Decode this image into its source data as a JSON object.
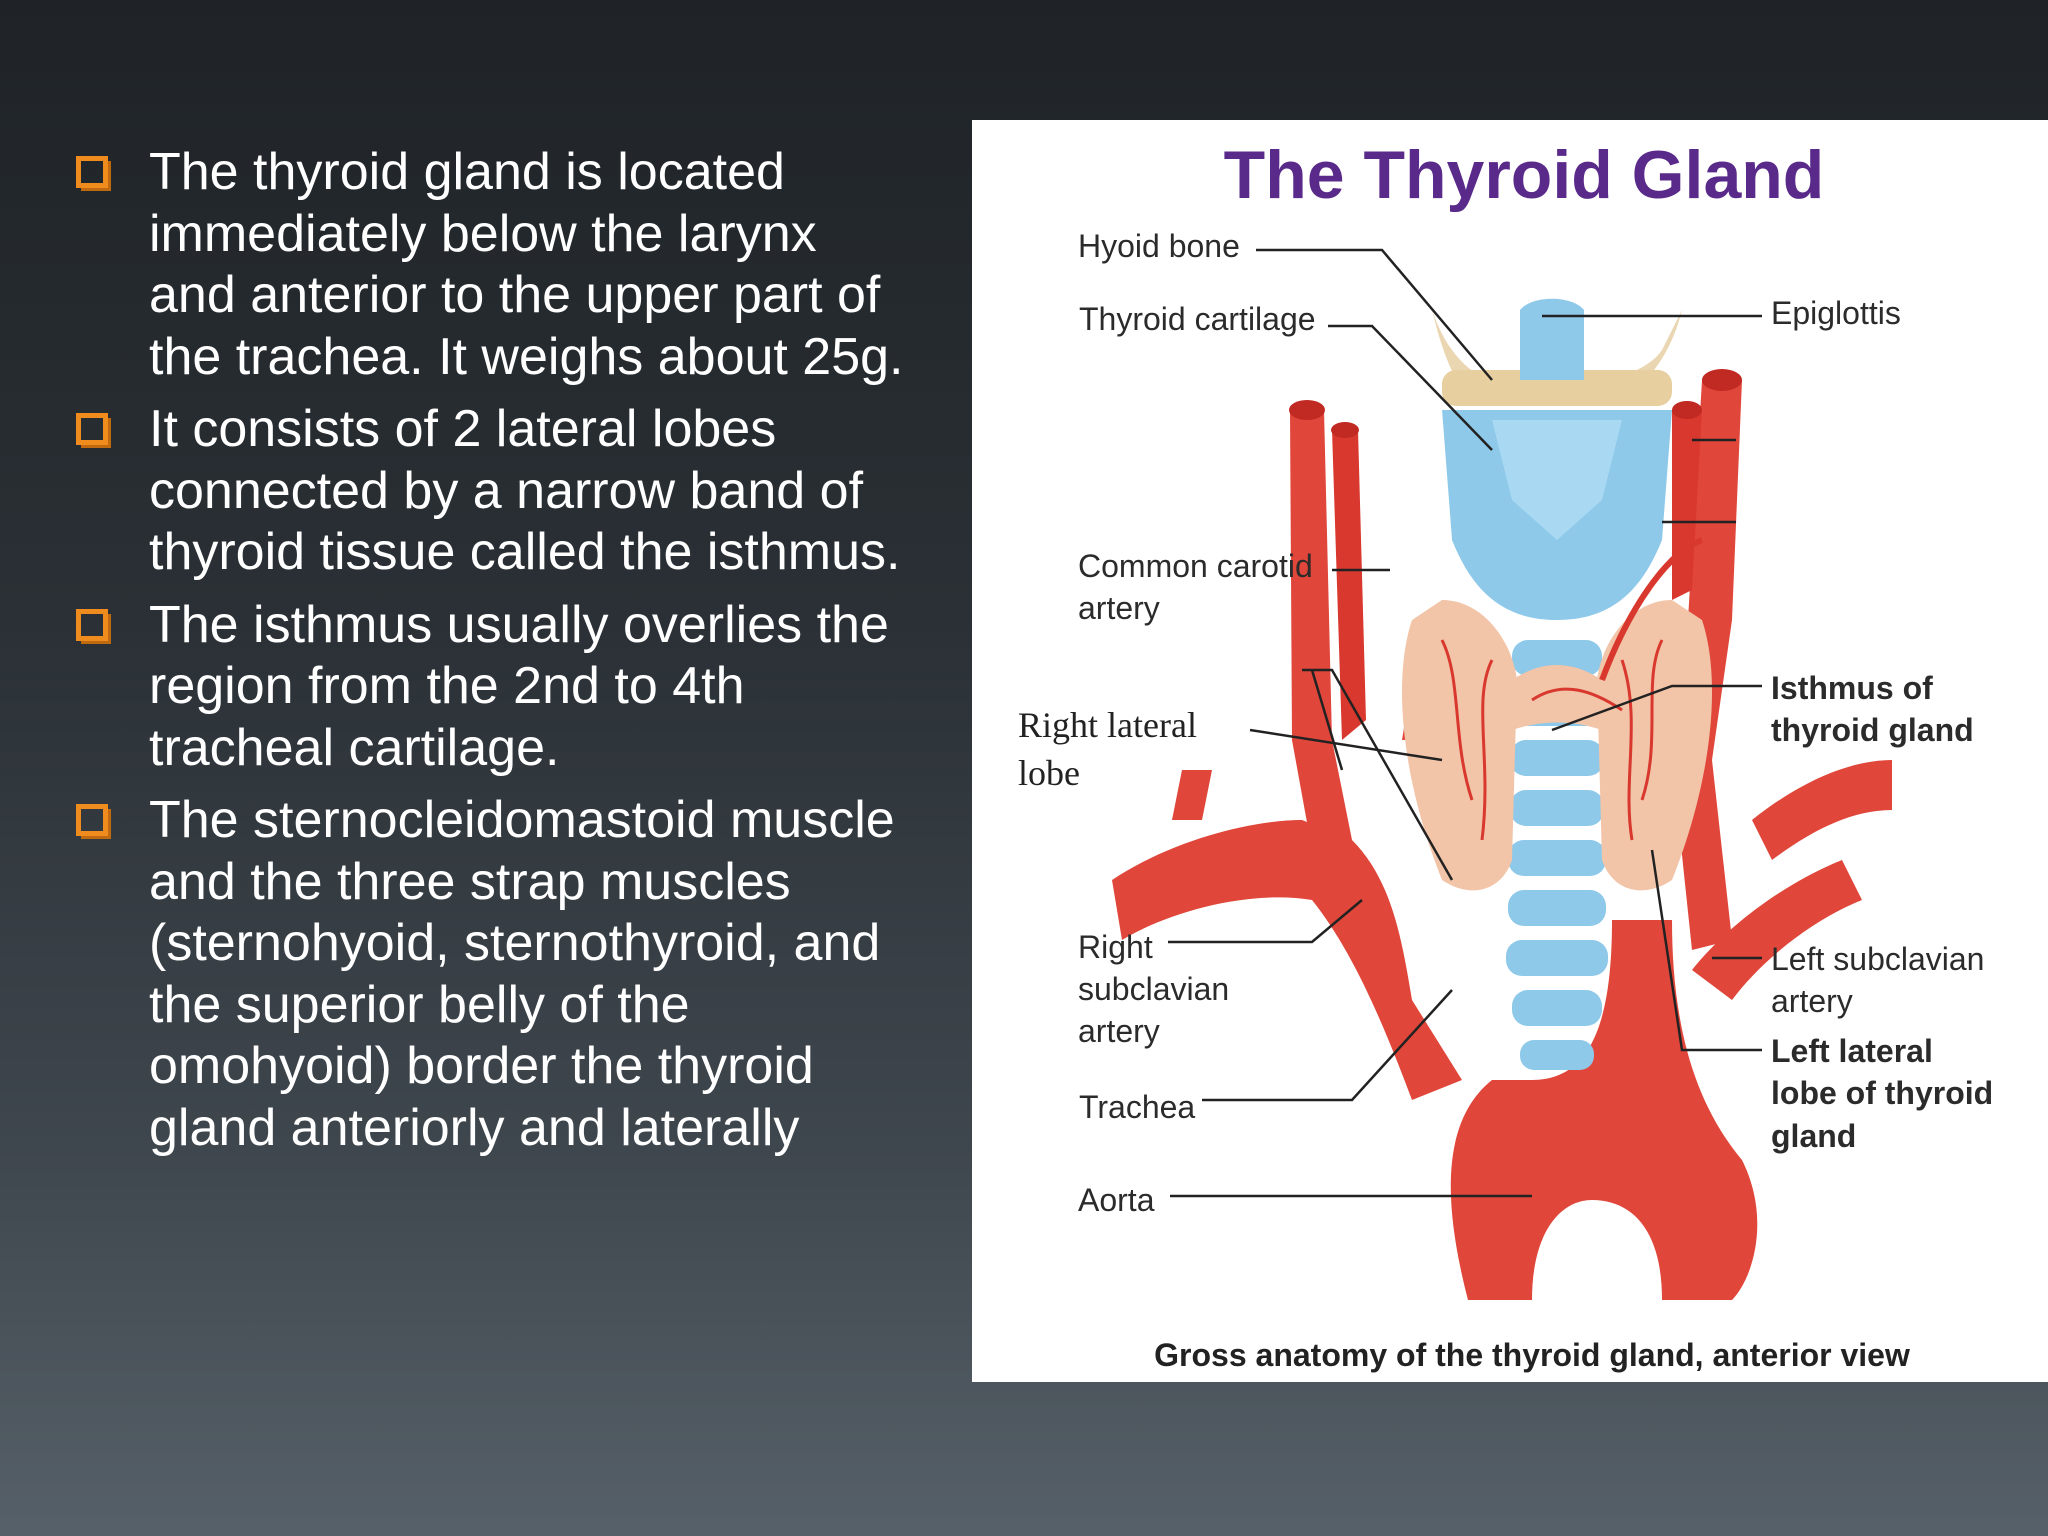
{
  "bullets": [
    "The thyroid gland is located immediately below the larynx and anterior to the upper part of the trachea. It weighs about 25g.",
    "It consists of 2 lateral lobes connected by a narrow band of thyroid tissue called the isthmus.",
    "The isthmus usually overlies the region from the 2nd to 4th tracheal cartilage.",
    "The sternocleidomastoid muscle and the three strap muscles (sternohyoid, sternothyroid, and the superior belly of the omohyoid) border the thyroid gland anteriorly and laterally"
  ],
  "figure": {
    "title": "The Thyroid Gland",
    "caption": "Gross anatomy of the thyroid gland, anterior view",
    "labels": {
      "hyoid_bone": "Hyoid bone",
      "thyroid_cartilage": "Thyroid cartilage",
      "epiglottis": "Epiglottis",
      "common_carotid_1": "Common carotid",
      "common_carotid_2": "artery",
      "right_lateral_1": "Right lateral",
      "right_lateral_2": "lobe",
      "isthmus_1": "Isthmus of",
      "isthmus_2": "thyroid gland",
      "right_subclavian_1": "Right",
      "right_subclavian_2": "subclavian",
      "right_subclavian_3": "artery",
      "left_subclavian_1": "Left subclavian",
      "left_subclavian_2": "artery",
      "left_lateral_1": "Left lateral",
      "left_lateral_2": "lobe of thyroid",
      "left_lateral_3": "gland",
      "trachea": "Trachea",
      "aorta": "Aorta"
    }
  },
  "colors": {
    "bullet": "#f08c1e",
    "title": "#5a2a8a",
    "artery": "#e0463a",
    "cartilage": "#8ec9ea",
    "thyroid": "#f2c4a8",
    "bone": "#ead7b2"
  }
}
